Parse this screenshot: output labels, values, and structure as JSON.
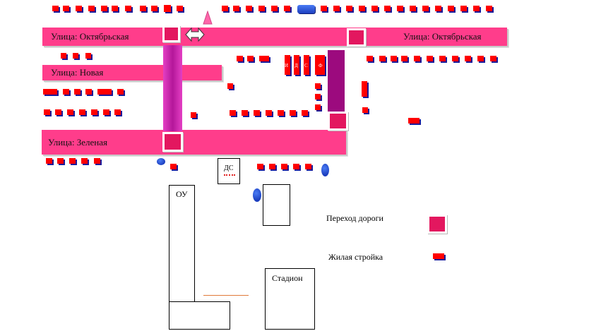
{
  "streets": {
    "oktyabrskaya_left": "Улица: Октябрьская",
    "oktyabrskaya_right": "Улица: Октябрьская",
    "novaya": "Улица: Новая",
    "zelenaya": "Улица: Зеленая"
  },
  "buildings": {
    "ds": "ДС",
    "ou": "ОУ",
    "stadion": "Стадион"
  },
  "shop_letters": [
    "И",
    "Д",
    "С",
    "Ф"
  ],
  "legend": {
    "crossing": "Переход дороги",
    "housing": "Жилая стройка"
  },
  "colors": {
    "street": "#ff3d8b",
    "crossing": "#e3175f",
    "house": "#ff0000",
    "house_shadow": "#1a1a9a",
    "vertical_road_light": "#e43fc4",
    "vertical_road_dark": "#9c0a7e",
    "tree": "#2a4fd8",
    "path": "#e07a3a"
  },
  "icons": [
    "pedestrian-arrow-icon",
    "warning-triangle-icon"
  ]
}
